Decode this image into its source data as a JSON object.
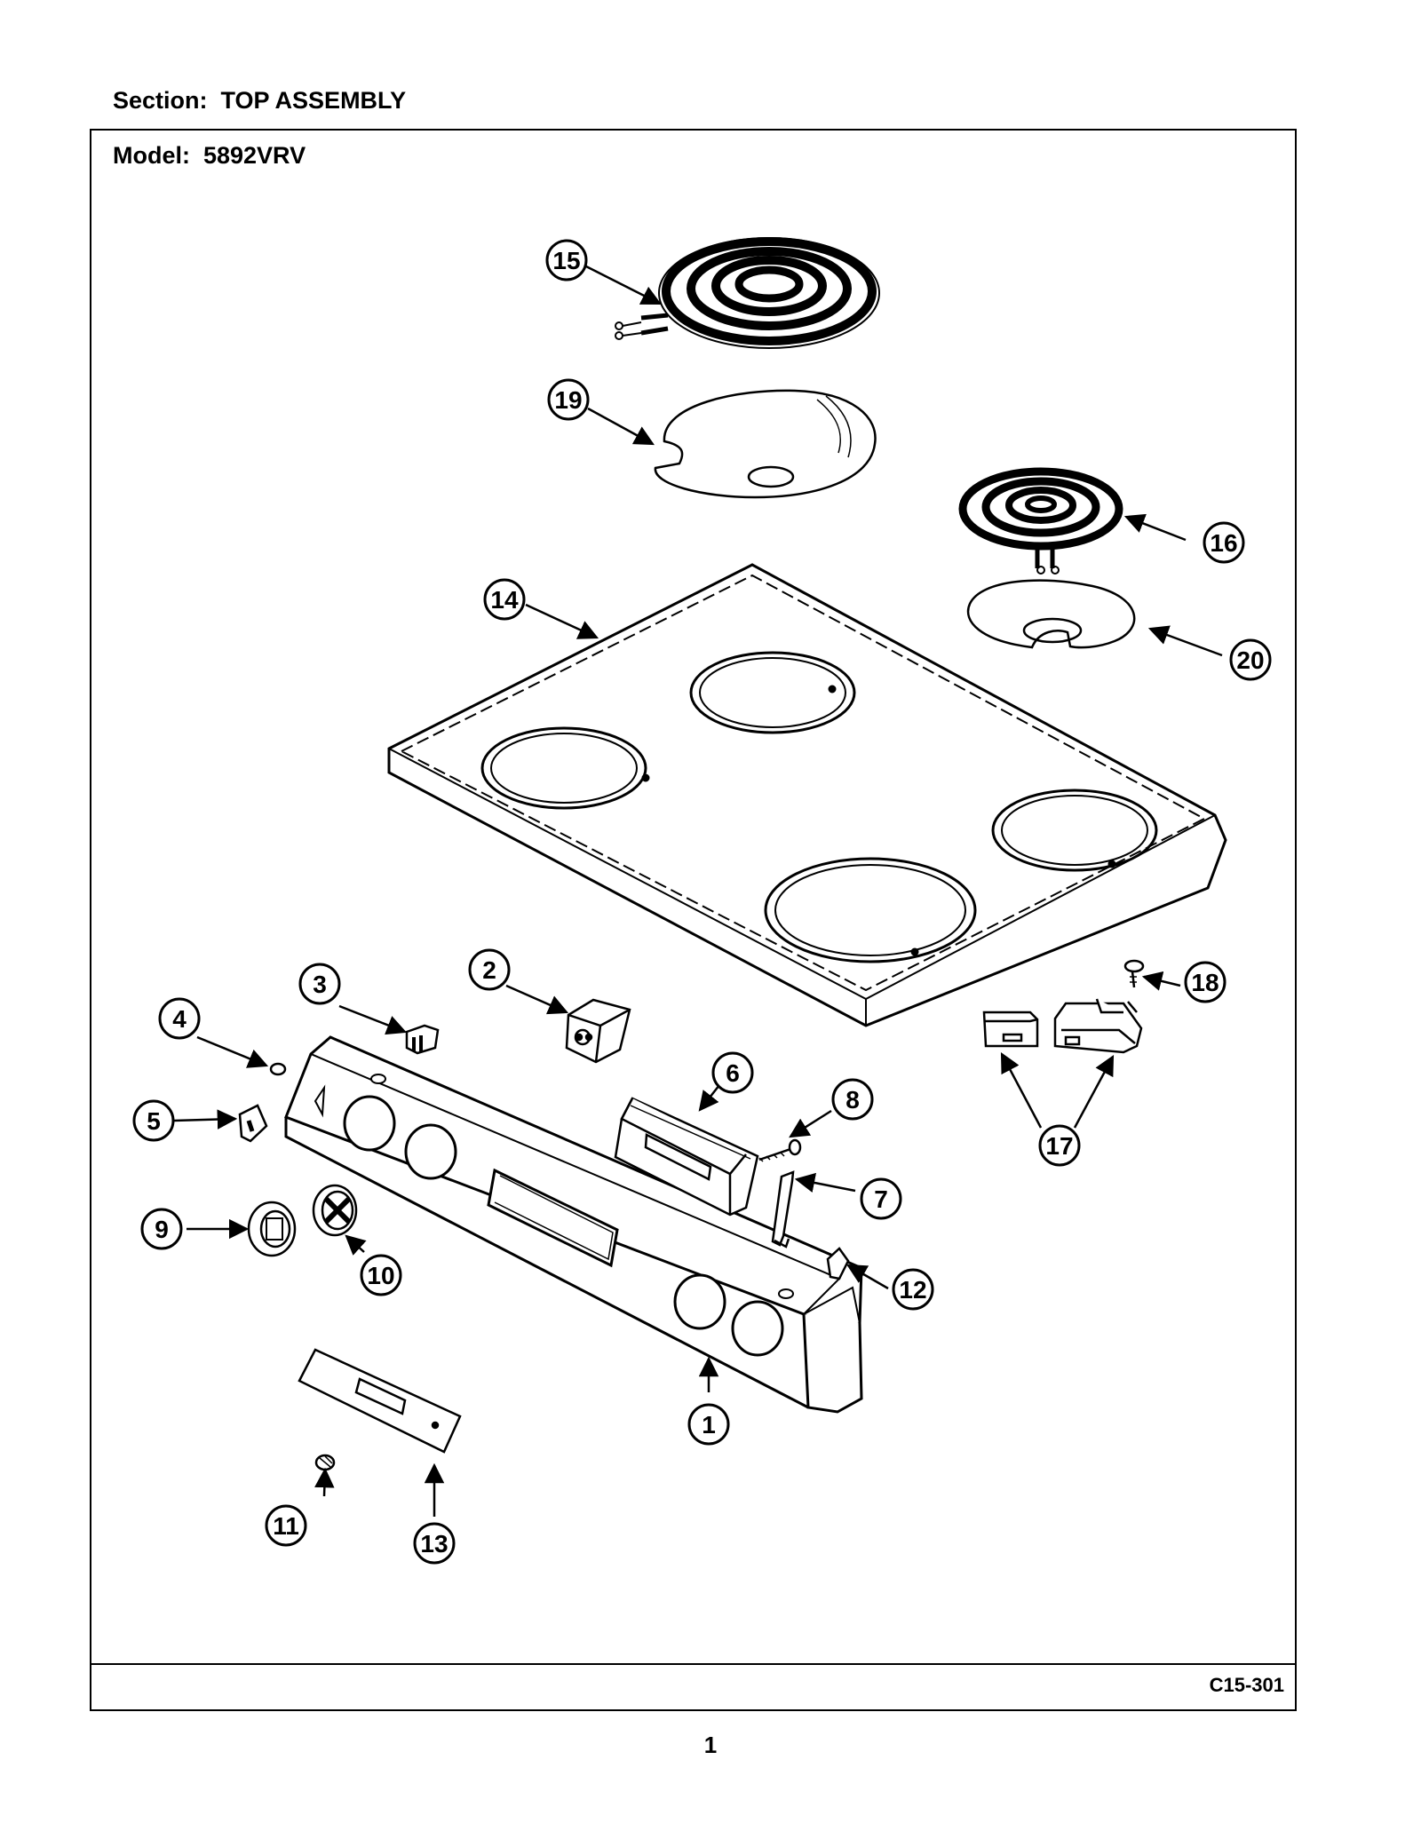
{
  "header": {
    "section": "Section:  TOP ASSEMBLY",
    "model": "Model:  5892VRV"
  },
  "footer": {
    "drawing_code": "C15-301",
    "page_number": "1"
  },
  "callouts": [
    "1",
    "2",
    "3",
    "4",
    "5",
    "6",
    "7",
    "8",
    "9",
    "10",
    "11",
    "12",
    "13",
    "14",
    "15",
    "16",
    "17",
    "18",
    "19",
    "20"
  ]
}
